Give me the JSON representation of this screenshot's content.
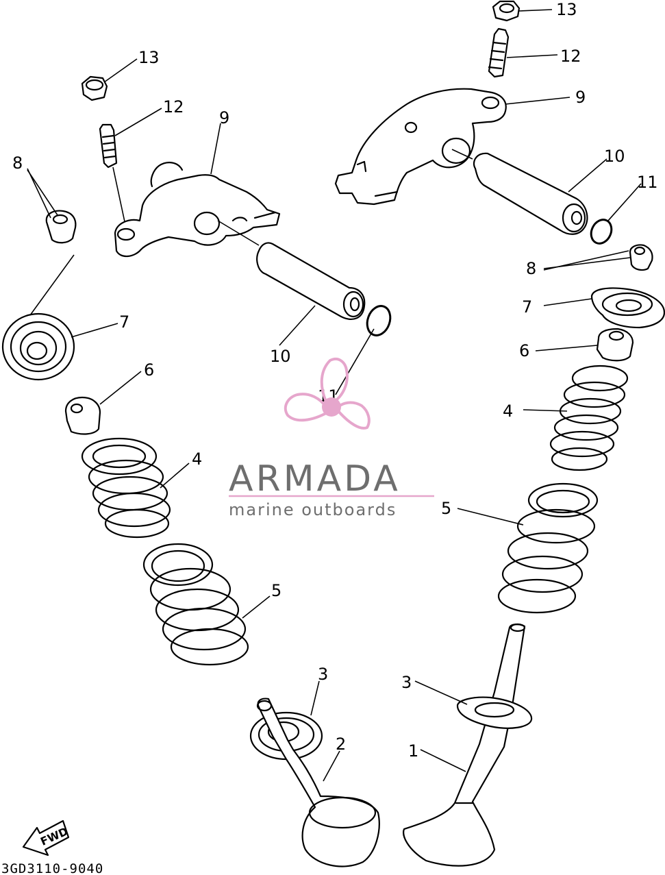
{
  "diagram_code": "3GD3110-9040",
  "fwd_label": "FWD",
  "watermark": {
    "brand": "ARMADA",
    "tagline": "marine outboards",
    "logo_color": "#e6a6cc",
    "text_color": "#6e6e6e"
  },
  "callouts": {
    "n1": "1",
    "n2": "2",
    "n3": "3",
    "n4": "4",
    "n5": "5",
    "n6": "6",
    "n7": "7",
    "n8": "8",
    "n9": "9",
    "n10": "10",
    "n11": "11",
    "n12": "12",
    "n13": "13"
  }
}
